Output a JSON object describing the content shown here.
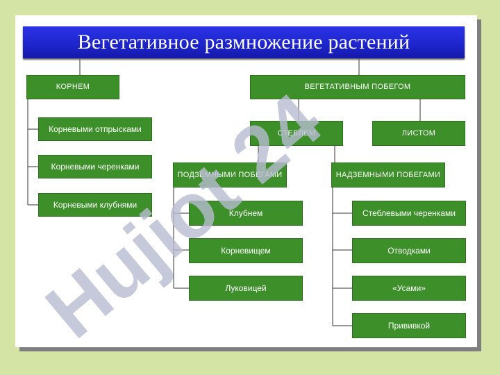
{
  "title": "Вегетативное размножение растений",
  "nodes": {
    "kornem": "КОРНЕМ",
    "veg_pobegom": "ВЕГЕТАТИВНЫМ ПОБЕГОМ",
    "otpryskami": "Корневыми отпрысками",
    "cherenkami": "Корневыми черенками",
    "klubnyami": "Корневыми клубнями",
    "steblem": "СТЕБЛЕМ",
    "listom": "ЛИСТОМ",
    "podzemnymi": "ПОДЗЕМНЫМИ ПОБЕГАМИ",
    "nadzemnymi": "НАДЗЕМНЫМИ ПОБЕГАМИ",
    "klubnem": "Клубнем",
    "kornevishchem": "Корневищем",
    "lukovitsey": "Луковицей",
    "steblevymi": "Стеблевыми черенками",
    "otvodkami": "Отводками",
    "usami": "«Усами»",
    "privivkoy": "Прививкой"
  },
  "watermark": "Hujiot 24",
  "colors": {
    "node_fill": "#3d8f2a",
    "title_bar": "#1d24c9",
    "background": "#d4e4a5",
    "watermark": "#b8bccf"
  }
}
